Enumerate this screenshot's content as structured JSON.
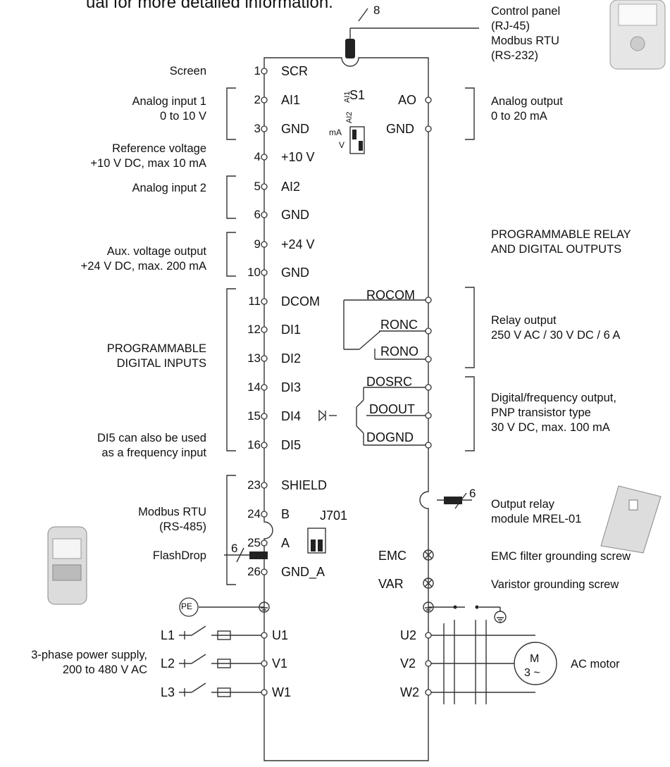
{
  "header": {
    "note": "ual for more detailed information."
  },
  "cables": {
    "panel_count": "8",
    "relay_count": "6",
    "flashdrop_count": "6"
  },
  "left": {
    "screen": "Screen",
    "analog_input_1": "Analog input 1\n0 to 10 V",
    "reference_voltage": "Reference voltage\n+10 V DC, max 10 mA",
    "analog_input_2": "Analog input 2",
    "aux_voltage": "Aux. voltage output\n+24 V DC, max. 200 mA",
    "digital_inputs": "PROGRAMMABLE\nDIGITAL INPUTS",
    "di5_note": "DI5 can also be used\nas a frequency input",
    "modbus_rs485": "Modbus RTU\n(RS-485)",
    "flashdrop": "FlashDrop",
    "power_supply": "3-phase power supply,\n200 to 480 V AC"
  },
  "left_terminals": [
    {
      "num": "1",
      "name": "SCR"
    },
    {
      "num": "2",
      "name": "AI1"
    },
    {
      "num": "3",
      "name": "GND"
    },
    {
      "num": "4",
      "name": "+10 V"
    },
    {
      "num": "5",
      "name": "AI2"
    },
    {
      "num": "6",
      "name": "GND"
    },
    {
      "num": "9",
      "name": "+24 V"
    },
    {
      "num": "10",
      "name": "GND"
    },
    {
      "num": "11",
      "name": "DCOM"
    },
    {
      "num": "12",
      "name": "DI1"
    },
    {
      "num": "13",
      "name": "DI2"
    },
    {
      "num": "14",
      "name": "DI3"
    },
    {
      "num": "15",
      "name": "DI4"
    },
    {
      "num": "16",
      "name": "DI5"
    },
    {
      "num": "23",
      "name": "SHIELD"
    },
    {
      "num": "24",
      "name": "B"
    },
    {
      "num": "25",
      "name": "A"
    },
    {
      "num": "26",
      "name": "GND_A"
    }
  ],
  "right_terminals": [
    {
      "name": "AO"
    },
    {
      "name": "GND"
    }
  ],
  "switches": {
    "s1": "S1",
    "s1_ai1": "AI1",
    "s1_ai2": "AI2",
    "s1_ma": "mA",
    "s1_v": "V",
    "j701": "J701"
  },
  "outputs": {
    "rocom": "ROCOM",
    "ronc": "RONC",
    "rono": "RONO",
    "dosrc": "DOSRC",
    "doout": "DOOUT",
    "dognd": "DOGND",
    "emc": "EMC",
    "var": "VAR",
    "u2": "U2",
    "v2": "V2",
    "w2": "W2"
  },
  "right": {
    "control_panel": "Control panel\n(RJ-45)\nModbus RTU\n(RS-232)",
    "analog_output": "Analog output\n0 to 20 mA",
    "relay_outputs_heading": "PROGRAMMABLE RELAY\nAND DIGITAL OUTPUTS",
    "relay_output": "Relay output\n250 V AC / 30 V DC / 6 A",
    "digital_output": "Digital/frequency output,\nPNP transistor type\n30 V DC, max. 100 mA",
    "relay_module": "Output relay\nmodule MREL-01",
    "emc_screw": "EMC filter grounding screw",
    "var_screw": "Varistor grounding screw",
    "ac_motor": "AC motor"
  },
  "motor": {
    "m": "M",
    "phase": "3 ~"
  },
  "power": {
    "pe": "PE",
    "l1": "L1",
    "l2": "L2",
    "l3": "L3",
    "u1": "U1",
    "v1": "V1",
    "w1": "W1"
  }
}
